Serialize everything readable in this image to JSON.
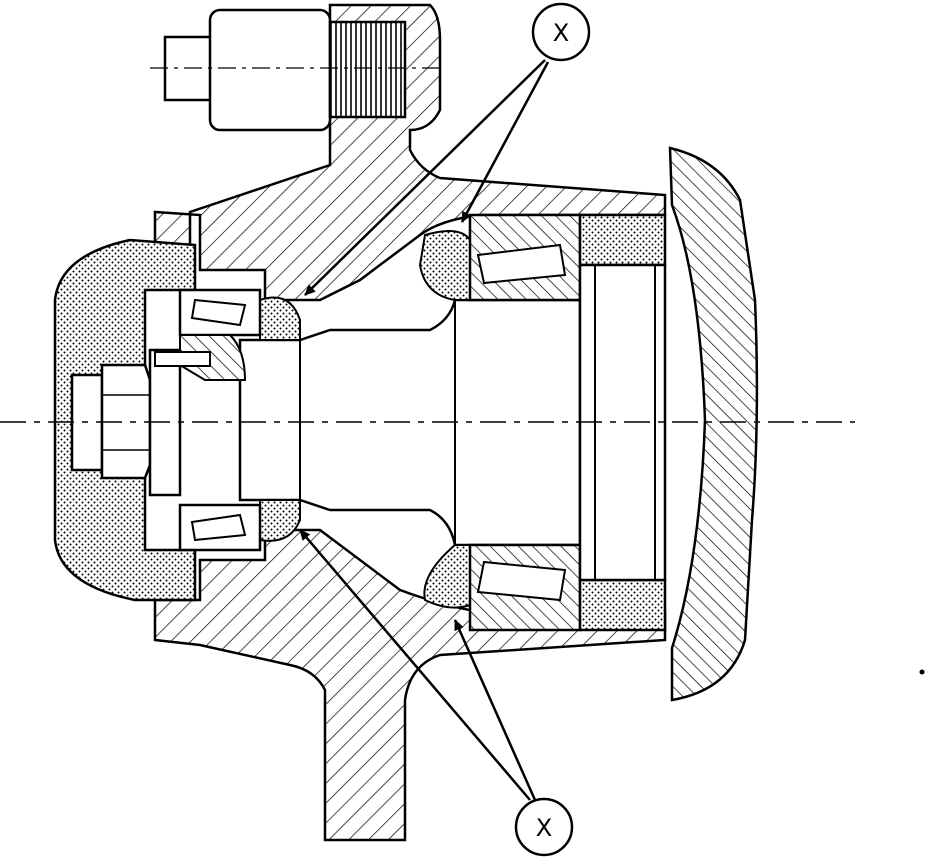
{
  "diagram": {
    "callouts": [
      {
        "label": "X",
        "position": "top"
      },
      {
        "label": "X",
        "position": "bottom"
      }
    ]
  },
  "colors": {
    "ink": "#000000",
    "paper": "#ffffff",
    "stipple": "#000000"
  }
}
